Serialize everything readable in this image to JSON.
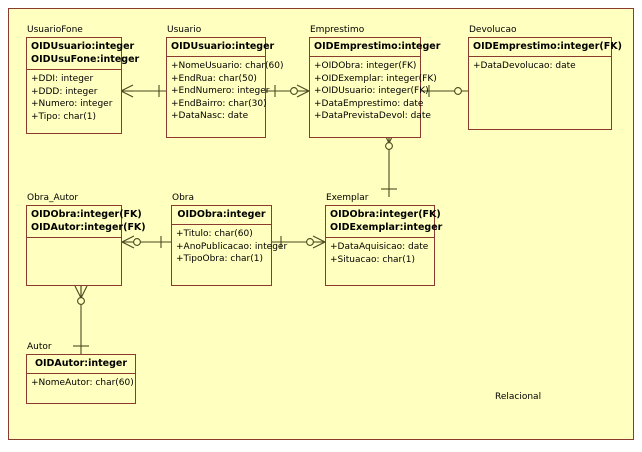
{
  "diagram": {
    "note": "Relacional",
    "background_color": "#ffffbf",
    "entity_border_color": "#8b3a2f",
    "connector_color": "#4a4a20"
  },
  "entities": {
    "usuario_fone": {
      "title": "UsuarioFone",
      "keys": [
        "OIDUsuario:integer",
        "OIDUsuFone:integer"
      ],
      "attributes": [
        "+DDI: integer",
        "+DDD: integer",
        "+Numero: integer",
        "+Tipo: char(1)"
      ]
    },
    "usuario": {
      "title": "Usuario",
      "keys": [
        "OIDUsuario:integer"
      ],
      "attributes": [
        "+NomeUsuario: char(60)",
        "+EndRua: char(50)",
        "+EndNumero: integer",
        "+EndBairro: char(30)",
        "+DataNasc: date"
      ]
    },
    "emprestimo": {
      "title": "Emprestimo",
      "keys": [
        "OIDEmprestimo:integer"
      ],
      "attributes": [
        "+OIDObra: integer(FK)",
        "+OIDExemplar: integer(FK)",
        "+OIDUsuario: integer(FK)",
        "+DataEmprestimo: date",
        "+DataPrevistaDevol: date"
      ]
    },
    "devolucao": {
      "title": "Devolucao",
      "keys": [
        "OIDEmprestimo:integer(FK)"
      ],
      "attributes": [
        "+DataDevolucao: date"
      ]
    },
    "obra_autor": {
      "title": "Obra_Autor",
      "keys": [
        "OIDObra:integer(FK)",
        "OIDAutor:integer(FK)"
      ],
      "attributes": []
    },
    "obra": {
      "title": "Obra",
      "keys": [
        "OIDObra:integer"
      ],
      "attributes": [
        "+Titulo: char(60)",
        "+AnoPublicacao: integer",
        "+TipoObra: char(1)"
      ]
    },
    "exemplar": {
      "title": "Exemplar",
      "keys": [
        "OIDObra:integer(FK)",
        "OIDExemplar:integer"
      ],
      "attributes": [
        "+DataAquisicao: date",
        "+Situacao: char(1)"
      ]
    },
    "autor": {
      "title": "Autor",
      "keys": [
        "OIDAutor:integer"
      ],
      "attributes": [
        "+NomeAutor: char(60)"
      ]
    }
  }
}
